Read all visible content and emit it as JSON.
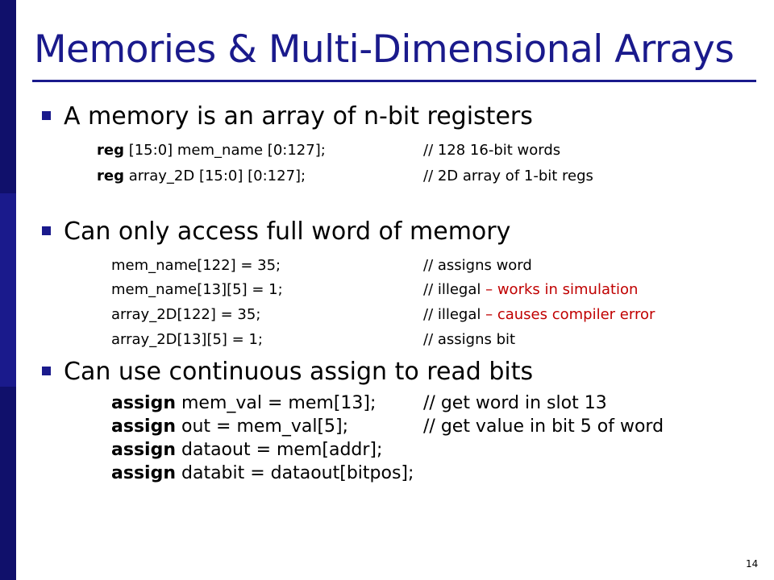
{
  "colors": {
    "sidebar_dark": "#10106b",
    "sidebar_mid": "#1a1a8c",
    "title": "#1a1a8c",
    "bullet": "#1a1a8c",
    "highlight": "#c00000"
  },
  "title": "Memories & Multi-Dimensional Arrays",
  "sections": [
    {
      "heading": "A memory is an array of n-bit registers",
      "lines": [
        {
          "kw": "reg",
          "code": " [15:0] mem_name [0:127];",
          "comment": "// 128 16-bit words",
          "note": ""
        },
        {
          "kw": "reg",
          "code": " array_2D [15:0] [0:127];",
          "comment": "// 2D array of 1-bit regs",
          "note": ""
        }
      ]
    },
    {
      "heading": "Can only access full word of memory",
      "lines": [
        {
          "kw": "",
          "code": "mem_name[122] = 35;",
          "comment": "// assigns word",
          "note": ""
        },
        {
          "kw": "",
          "code": "mem_name[13][5] = 1;",
          "comment": "// illegal",
          "note": " – works in simulation"
        },
        {
          "kw": "",
          "code": "array_2D[122] = 35;",
          "comment": "// illegal",
          "note": " – causes compiler error"
        },
        {
          "kw": "",
          "code": "array_2D[13][5] = 1;",
          "comment": "// assigns bit",
          "note": ""
        }
      ]
    },
    {
      "heading": "Can use continuous assign to read bits",
      "lines": [
        {
          "kw": "assign",
          "code": " mem_val = mem[13];",
          "comment": "// get word in slot 13",
          "note": ""
        },
        {
          "kw": "assign",
          "code": " out = mem_val[5];",
          "comment": "// get value in bit 5 of word",
          "note": ""
        },
        {
          "kw": "assign",
          "code": " dataout = mem[addr];",
          "comment": "",
          "note": ""
        },
        {
          "kw": "assign",
          "code": " databit = dataout[bitpos];",
          "comment": "",
          "note": ""
        }
      ]
    }
  ],
  "page_number": "14"
}
